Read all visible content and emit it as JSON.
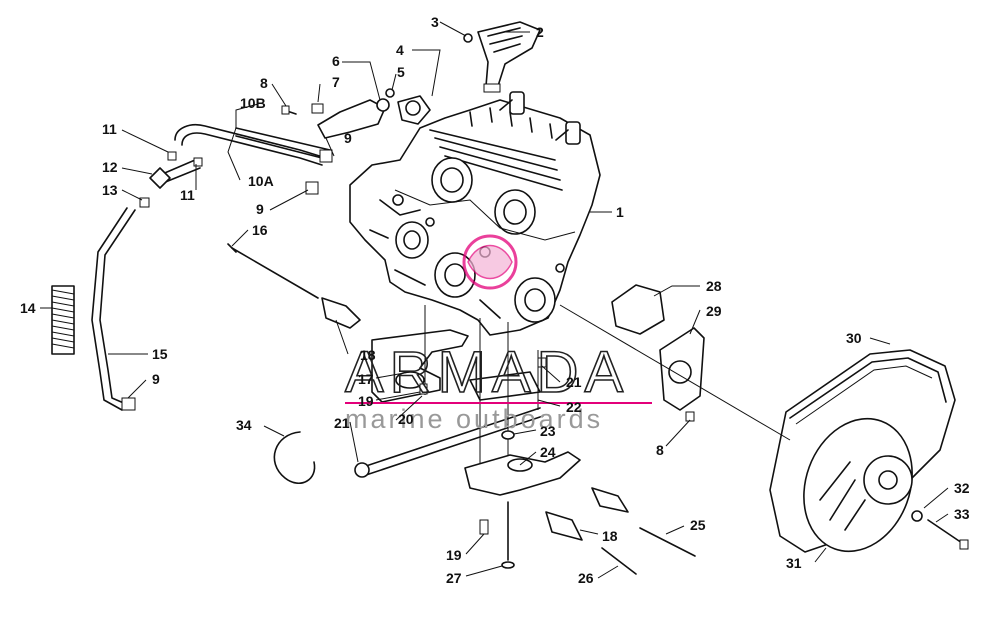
{
  "watermark": {
    "brand": "ARMADA",
    "tagline": "marine outboards",
    "accent_color": "#e3007a"
  },
  "callouts": [
    {
      "id": "c1",
      "text": "1"
    },
    {
      "id": "c2",
      "text": "2"
    },
    {
      "id": "c3",
      "text": "3"
    },
    {
      "id": "c4",
      "text": "4"
    },
    {
      "id": "c5",
      "text": "5"
    },
    {
      "id": "c6",
      "text": "6"
    },
    {
      "id": "c7",
      "text": "7"
    },
    {
      "id": "c8a",
      "text": "8"
    },
    {
      "id": "c8b",
      "text": "8"
    },
    {
      "id": "c9a",
      "text": "9"
    },
    {
      "id": "c9b",
      "text": "9"
    },
    {
      "id": "c9c",
      "text": "9"
    },
    {
      "id": "c10a",
      "text": "10A"
    },
    {
      "id": "c10b",
      "text": "10B"
    },
    {
      "id": "c11a",
      "text": "11"
    },
    {
      "id": "c11b",
      "text": "11"
    },
    {
      "id": "c12",
      "text": "12"
    },
    {
      "id": "c13",
      "text": "13"
    },
    {
      "id": "c14",
      "text": "14"
    },
    {
      "id": "c15",
      "text": "15"
    },
    {
      "id": "c16",
      "text": "16"
    },
    {
      "id": "c17",
      "text": "17"
    },
    {
      "id": "c18a",
      "text": "18"
    },
    {
      "id": "c18b",
      "text": "18"
    },
    {
      "id": "c19a",
      "text": "19"
    },
    {
      "id": "c19b",
      "text": "19"
    },
    {
      "id": "c20",
      "text": "20"
    },
    {
      "id": "c21a",
      "text": "21"
    },
    {
      "id": "c21b",
      "text": "21"
    },
    {
      "id": "c22",
      "text": "22"
    },
    {
      "id": "c23",
      "text": "23"
    },
    {
      "id": "c24",
      "text": "24"
    },
    {
      "id": "c25",
      "text": "25"
    },
    {
      "id": "c26",
      "text": "26"
    },
    {
      "id": "c27",
      "text": "27"
    },
    {
      "id": "c28",
      "text": "28"
    },
    {
      "id": "c29",
      "text": "29"
    },
    {
      "id": "c30",
      "text": "30"
    },
    {
      "id": "c31",
      "text": "31"
    },
    {
      "id": "c32",
      "text": "32"
    },
    {
      "id": "c33",
      "text": "33"
    },
    {
      "id": "c34",
      "text": "34"
    }
  ]
}
